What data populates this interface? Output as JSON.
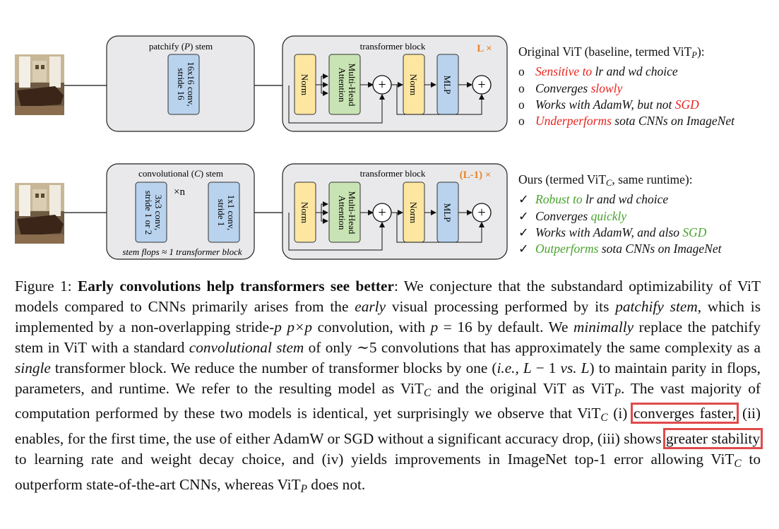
{
  "figure": {
    "top_row": {
      "stem_label": "patchify (P) stem",
      "stem_op": [
        "16x16 conv,",
        "stride 16"
      ],
      "block_label": "transformer block",
      "repeat": "L ×",
      "blocks": {
        "norm1": "Norm",
        "attn": "Multi-Head Attention",
        "norm2": "Norm",
        "mlp": "MLP",
        "plus": "+"
      }
    },
    "bottom_row": {
      "stem_label": "convolutional (C) stem",
      "conv_a": [
        "3x3 conv,",
        "stride 1 or 2"
      ],
      "times": "×n",
      "conv_b": [
        "1x1 conv,",
        "stride 1"
      ],
      "stem_note": "stem flops ≈ 1 transformer block",
      "block_label": "transformer block",
      "repeat": "(L-1) ×"
    },
    "colors": {
      "norm": "#fce6a0",
      "attn": "#c9e4b4",
      "mlp": "#b9d3ee",
      "stem_box": "#e9e9eb",
      "repeat_accent": "#e8852a",
      "red": "#e8231e",
      "green": "#48a32c"
    }
  },
  "baseline": {
    "heading": "Original ViT (baseline, termed ViT",
    "heading_sub": "P",
    "heading_end": "):",
    "items": [
      {
        "mark": "o",
        "hl": "Sensitive to",
        "rest": " lr and wd choice",
        "hl_pos": "start"
      },
      {
        "mark": "o",
        "pre": "Converges ",
        "hl": "slowly",
        "hl_pos": "end"
      },
      {
        "mark": "o",
        "pre": "Works with AdamW, but not ",
        "hl": "SGD",
        "hl_pos": "end"
      },
      {
        "mark": "o",
        "hl": "Underperforms",
        "rest": " sota CNNs on ImageNet",
        "hl_pos": "start"
      }
    ]
  },
  "ours": {
    "heading": "Ours (termed ViT",
    "heading_sub": "C",
    "heading_end": ", same runtime):",
    "items": [
      {
        "mark": "✓",
        "hl": "Robust to",
        "rest": " lr and wd choice"
      },
      {
        "mark": "✓",
        "pre": "Converges ",
        "hl": "quickly"
      },
      {
        "mark": "✓",
        "pre": "Works with AdamW, and also ",
        "hl": "SGD"
      },
      {
        "mark": "✓",
        "hl": "Outperforms",
        "rest": " sota CNNs on ImageNet"
      }
    ]
  },
  "caption": {
    "fig": "Figure 1: ",
    "bold": "Early convolutions help transformers see better",
    "t1": ": We conjecture that the substandard optimizability of ViT models compared to CNNs primarily arises from the ",
    "i1": "early",
    "t2": " visual processing performed by its ",
    "i2": "patchify stem",
    "t3": ", which is implemented by a non-overlapping stride-",
    "m1": "p",
    "t3b": " ",
    "m2": "p×p",
    "t4": " convolution, with ",
    "m3": "p",
    "t4b": " = 16 by default. We ",
    "i3": "minimally",
    "t5": " replace the patchify stem in ViT with a standard ",
    "i4": "convolutional stem",
    "t6": " of only ∼5 convolutions that has approximately the same complexity as a ",
    "i5": "single",
    "t7": " transformer block. We reduce the number of transformer blocks by one (",
    "i6": "i.e., L",
    "t8": " − 1 ",
    "i7": "vs. L",
    "t9": ") to maintain parity in flops, parameters, and runtime. We refer to the resulting model as ViT",
    "s1": "C",
    "t10": " and the original ViT as ViT",
    "s2": "P",
    "t11": ". The vast majority of computation performed by these two models is identical, yet surprisingly we observe that ViT",
    "s3": "C",
    "t12": " (i) ",
    "h1": "converges faster,",
    "t13": " (ii) enables, for the first time, the use of either AdamW or SGD without a significant accuracy drop, (iii) shows ",
    "h2": "greater stability",
    "t14": " to learning rate and weight decay choice, and (iv) yields improvements in ImageNet top-1 error allowing ViT",
    "s4": "C",
    "t15": " to outperform state-of-the-art CNNs, whereas ViT",
    "s5": "P",
    "t16": " does not."
  }
}
